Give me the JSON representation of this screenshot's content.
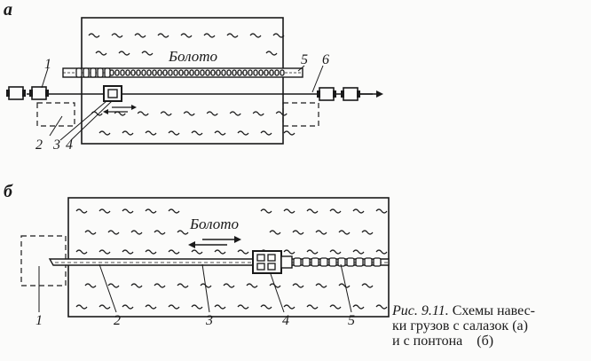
{
  "diagram_a": {
    "panel_label": "а",
    "swamp_label": "Болото",
    "callouts": [
      "1",
      "2",
      "3",
      "4",
      "5",
      "6"
    ]
  },
  "diagram_b": {
    "panel_label": "б",
    "swamp_label": "Болото",
    "callouts": [
      "1",
      "2",
      "3",
      "4",
      "5"
    ]
  },
  "caption": {
    "prefix": "Рис. 9.11.",
    "line1": " Схемы навес-",
    "line2": "ки грузов с салазок (а)",
    "line3": "и с понтона    (б)"
  },
  "colors": {
    "ink": "#1a1a1a",
    "paper": "#fbfbfa"
  },
  "icons": [
    "tilde-mark",
    "arrow-left-right",
    "arrow-right"
  ]
}
